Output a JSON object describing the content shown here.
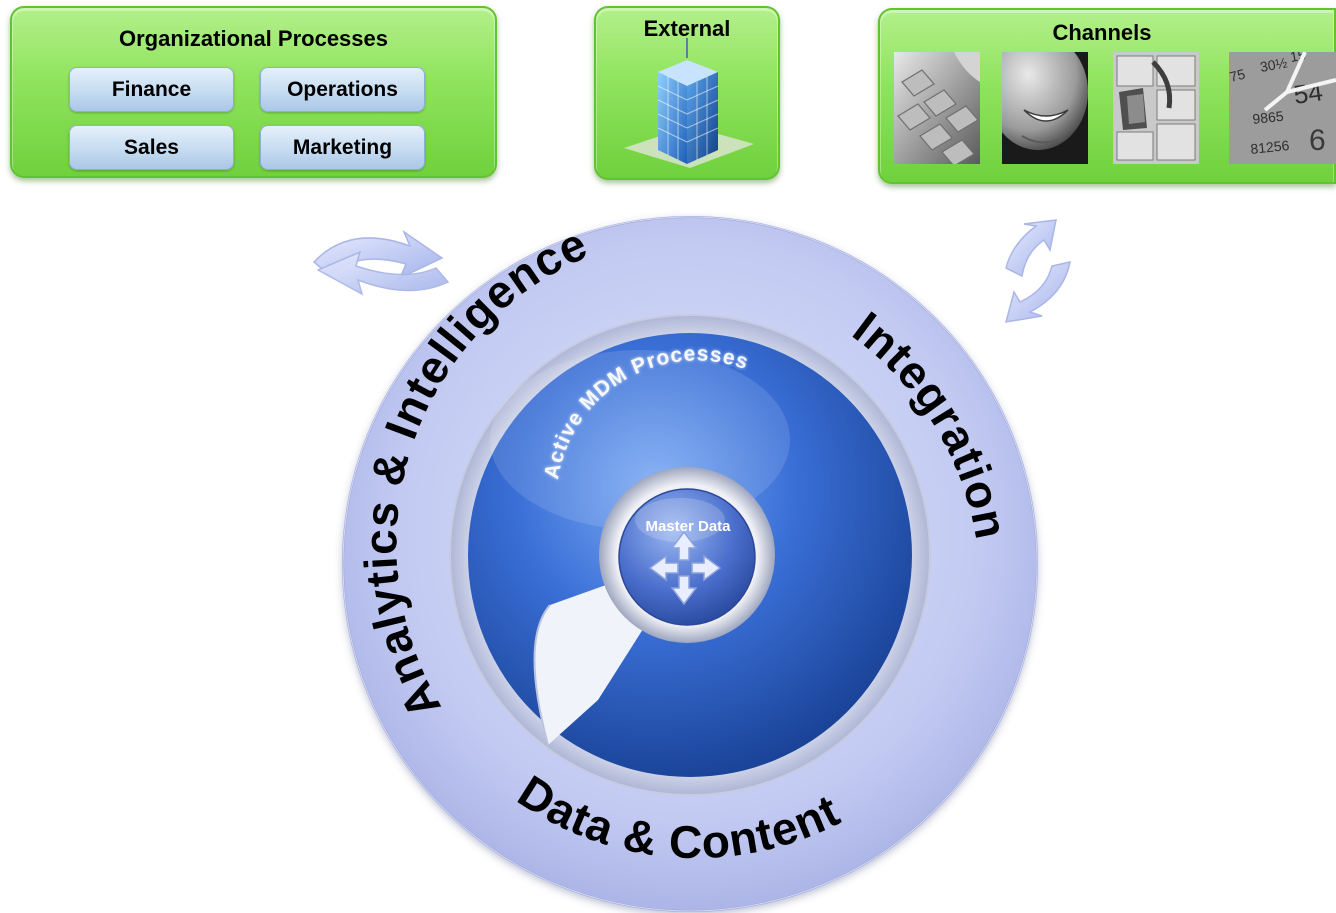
{
  "organizational": {
    "title": "Organizational Processes",
    "buttons": [
      "Finance",
      "Operations",
      "Sales",
      "Marketing"
    ]
  },
  "external": {
    "title": "External"
  },
  "channels": {
    "title": "Channels",
    "photos": [
      "keyboard-photo",
      "smiling-person-photo",
      "file-cabinet-photo",
      "numbers-photo"
    ]
  },
  "ring": {
    "top_left": "Analytics & Intelligence",
    "top_right": "Integration",
    "bottom": "Data & Content"
  },
  "inner": {
    "label": "Active MDM Processes"
  },
  "core": {
    "label": "Master Data"
  },
  "colors": {
    "box_green": "#8ee35c",
    "ring_lavender": "#b9c2ee",
    "disc_blue": "#2b5fc4",
    "core_blue": "#3f66c8"
  }
}
